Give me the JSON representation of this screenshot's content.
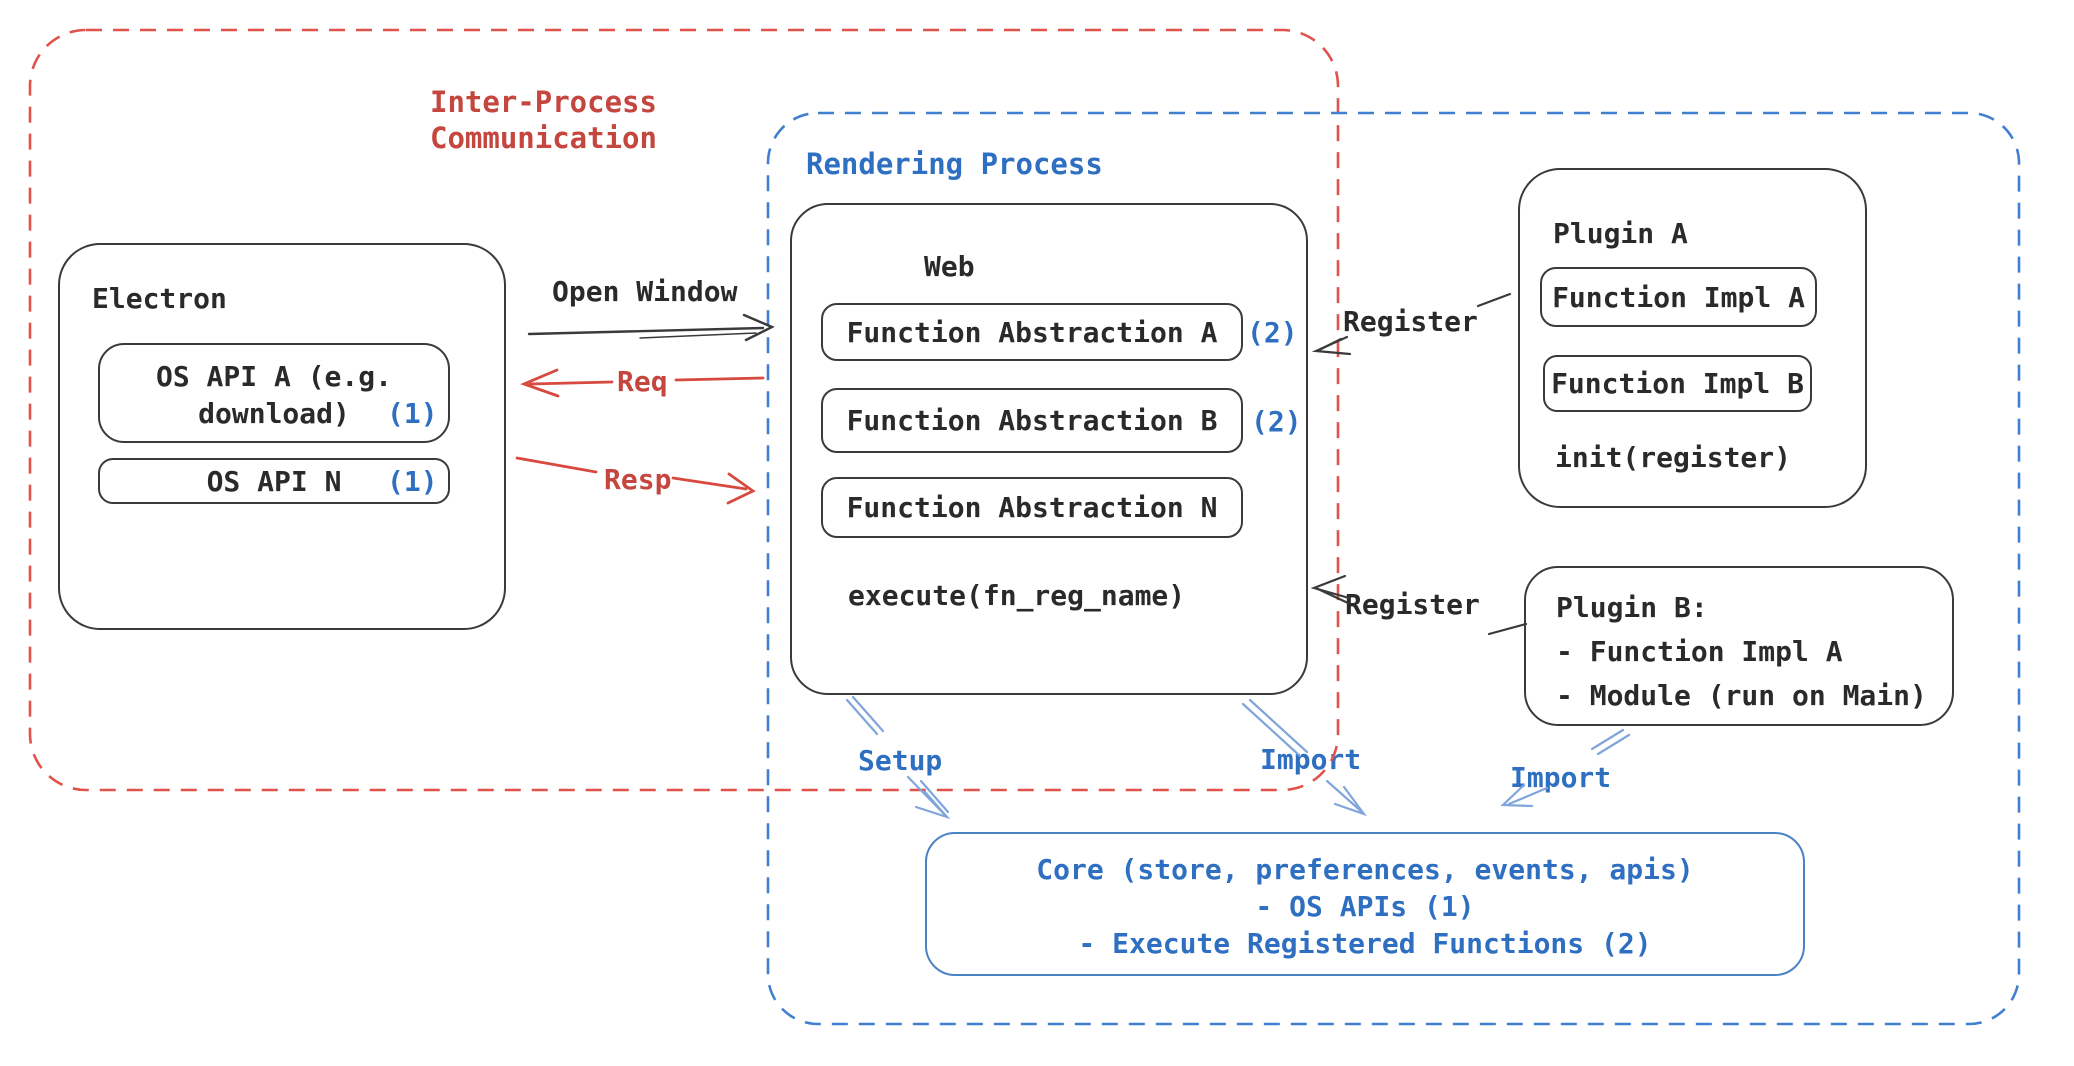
{
  "colors": {
    "red_text": "#c4463e",
    "red_dash": "#e0524a",
    "red_arrow": "#d8493f",
    "blue_text": "#2e6fc1",
    "blue_dash": "#4180d0",
    "blue_arrow_light": "#7fa5da",
    "black_text": "#2a2a2a",
    "box_border": "#3a3a3a"
  },
  "regions": {
    "ipc": {
      "line1": "Inter-Process",
      "line2": "Communication"
    },
    "rendering": {
      "label": "Rendering Process"
    }
  },
  "electron": {
    "title": "Electron",
    "os_api_a_line1": "OS API A (e.g.",
    "os_api_a_line2": "download)",
    "os_api_a_badge": "(1)",
    "os_api_n": "OS API N",
    "os_api_n_badge": "(1)"
  },
  "web": {
    "title": "Web",
    "fa_a": "Function Abstraction A",
    "fa_a_badge": "(2)",
    "fa_b": "Function Abstraction B",
    "fa_b_badge": "(2)",
    "fa_n": "Function Abstraction N",
    "execute": "execute(fn_reg_name)"
  },
  "plugin_a": {
    "title": "Plugin A",
    "impl_a": "Function Impl A",
    "impl_b": "Function Impl B",
    "init": "init(register)"
  },
  "plugin_b": {
    "title": "Plugin B:",
    "item1": "- Function Impl A",
    "item2": "- Module (run on Main)"
  },
  "core": {
    "line1": "Core (store, preferences, events, apis)",
    "line2": "- OS APIs (1)",
    "line3": "- Execute Registered Functions (2)"
  },
  "arrows": {
    "open_window": "Open Window",
    "req": "Req",
    "resp": "Resp",
    "register_top": "Register",
    "register_bottom": "Register",
    "setup": "Setup",
    "import_web": "Import",
    "import_plugin_b": "Import"
  }
}
